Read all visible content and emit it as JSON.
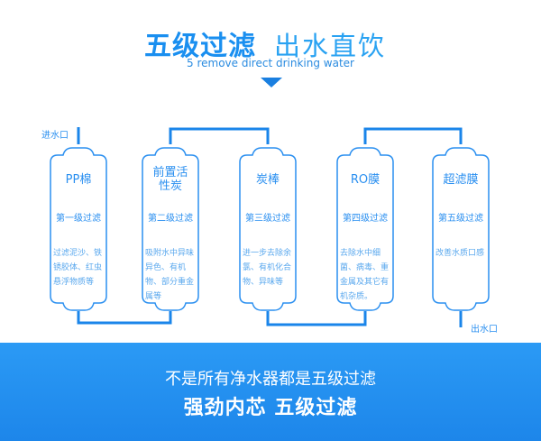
{
  "header": {
    "title_bold": "五级过滤",
    "title_light": "出水直饮",
    "subtitle": "5 remove direct drinking water"
  },
  "labels": {
    "inlet": "进水口",
    "outlet": "出水口"
  },
  "filters": [
    {
      "name": "PP棉",
      "stage": "第一级过滤",
      "desc": "过滤泥沙、铁锈胶体、红虫悬浮物质等"
    },
    {
      "name": "前置活性炭",
      "stage": "第二级过滤",
      "desc": "吸附水中异味异色、有机物、部分重金属等"
    },
    {
      "name": "炭棒",
      "stage": "第三级过滤",
      "desc": "进一步去除余氯、有机化合物、异味等"
    },
    {
      "name": "RO膜",
      "stage": "第四级过滤",
      "desc": "去除水中细菌、病毒、重金属及其它有机杂质。"
    },
    {
      "name": "超滤膜",
      "stage": "第五级过滤",
      "desc": "改善水质口感"
    }
  ],
  "banner": {
    "line1": "不是所有净水器都是五级过滤",
    "line2": "强劲内芯 五级过滤"
  },
  "colors": {
    "accent": "#1a8ff0",
    "banner": "#2292f0"
  }
}
